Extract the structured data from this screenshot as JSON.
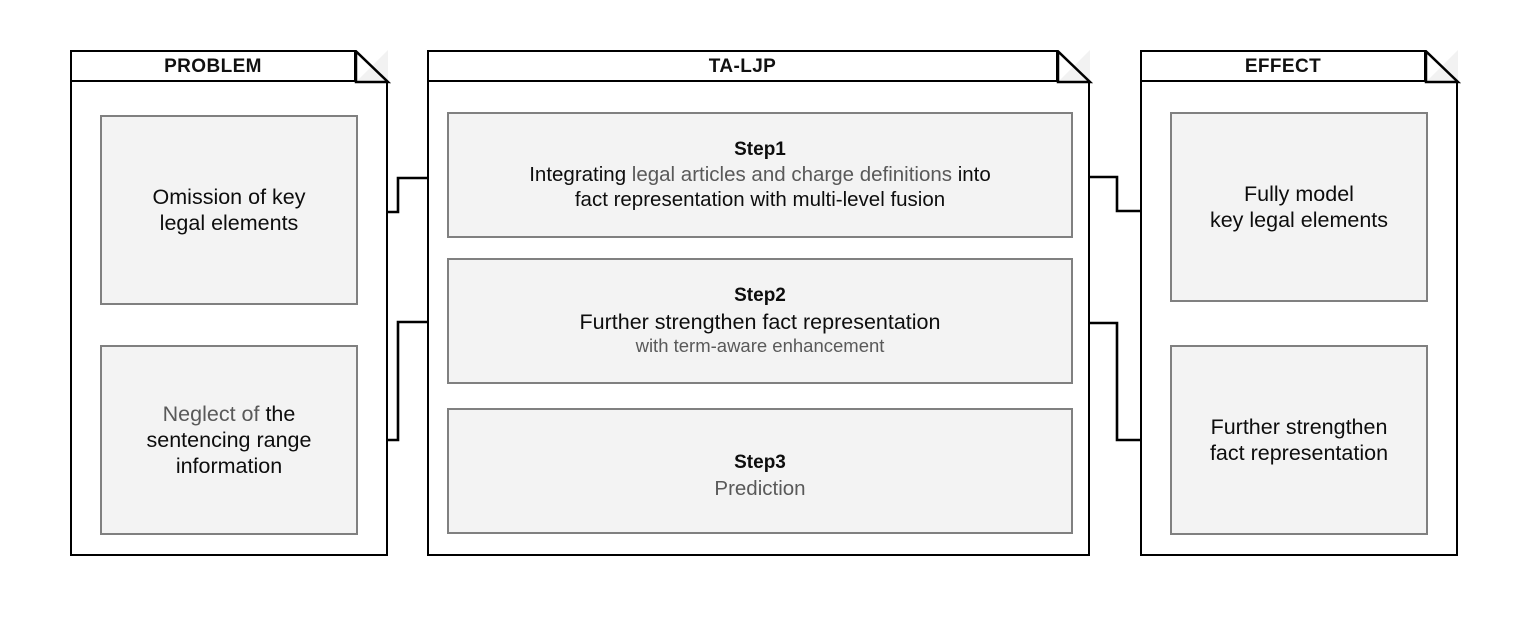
{
  "diagram": {
    "title": "TA-LJP problem-method-effect overview",
    "colors": {
      "panel_border": "#000000",
      "box_border": "#808080",
      "box_fill": "#f3f3f3",
      "fold_fill": "#f2f2f2",
      "text_black": "#0d0d0d",
      "text_gray": "#595959",
      "background": "#ffffff"
    }
  },
  "panels": [
    {
      "key": "problem",
      "title": "PROBLEM",
      "boxes": [
        {
          "key": "omission",
          "lines": [
            {
              "segments": [
                {
                  "text": "Omission of key",
                  "tone": "black"
                }
              ]
            },
            {
              "segments": [
                {
                  "text": "legal elements",
                  "tone": "black"
                }
              ]
            }
          ]
        },
        {
          "key": "neglect",
          "lines": [
            {
              "segments": [
                {
                  "text": "Neglect of ",
                  "tone": "gray"
                },
                {
                  "text": "the",
                  "tone": "black"
                }
              ]
            },
            {
              "segments": [
                {
                  "text": "sentencing range",
                  "tone": "black"
                }
              ]
            },
            {
              "segments": [
                {
                  "text": "information",
                  "tone": "black"
                }
              ]
            }
          ]
        }
      ]
    },
    {
      "key": "taljp",
      "title": "TA-LJP",
      "boxes": [
        {
          "key": "step1",
          "heading": "Step1",
          "lines": [
            {
              "segments": [
                {
                  "text": "Integrating ",
                  "tone": "black"
                },
                {
                  "text": "legal articles and charge definitions ",
                  "tone": "gray"
                },
                {
                  "text": "into",
                  "tone": "black"
                }
              ]
            },
            {
              "segments": [
                {
                  "text": "fact representation with multi-level fusion",
                  "tone": "black"
                }
              ]
            }
          ]
        },
        {
          "key": "step2",
          "heading": "Step2",
          "lines": [
            {
              "segments": [
                {
                  "text": "Further strengthen fact representation",
                  "tone": "black"
                }
              ]
            },
            {
              "segments": [
                {
                  "text": "with  term-aware enhancement",
                  "tone": "gray"
                }
              ]
            }
          ]
        },
        {
          "key": "step3",
          "heading": "Step3",
          "lines": [
            {
              "segments": [
                {
                  "text": "Prediction",
                  "tone": "gray"
                }
              ]
            }
          ]
        }
      ]
    },
    {
      "key": "effect",
      "title": "EFFECT",
      "boxes": [
        {
          "key": "fully-model",
          "lines": [
            {
              "segments": [
                {
                  "text": "Fully model",
                  "tone": "black"
                }
              ]
            },
            {
              "segments": [
                {
                  "text": "key legal elements",
                  "tone": "black"
                }
              ]
            }
          ]
        },
        {
          "key": "further-strengthen",
          "lines": [
            {
              "segments": [
                {
                  "text": "Further strengthen",
                  "tone": "black"
                }
              ]
            },
            {
              "segments": [
                {
                  "text": "fact representation",
                  "tone": "black"
                }
              ]
            }
          ]
        }
      ]
    }
  ],
  "connectors": [
    {
      "key": "omission-to-step1",
      "from": "omission",
      "to": "step1"
    },
    {
      "key": "neglect-to-step2",
      "from": "neglect",
      "to": "step2"
    },
    {
      "key": "step1-to-fully-model",
      "from": "step1",
      "to": "fully-model"
    },
    {
      "key": "step2-to-further-strengthen",
      "from": "step2",
      "to": "further-strengthen"
    }
  ]
}
